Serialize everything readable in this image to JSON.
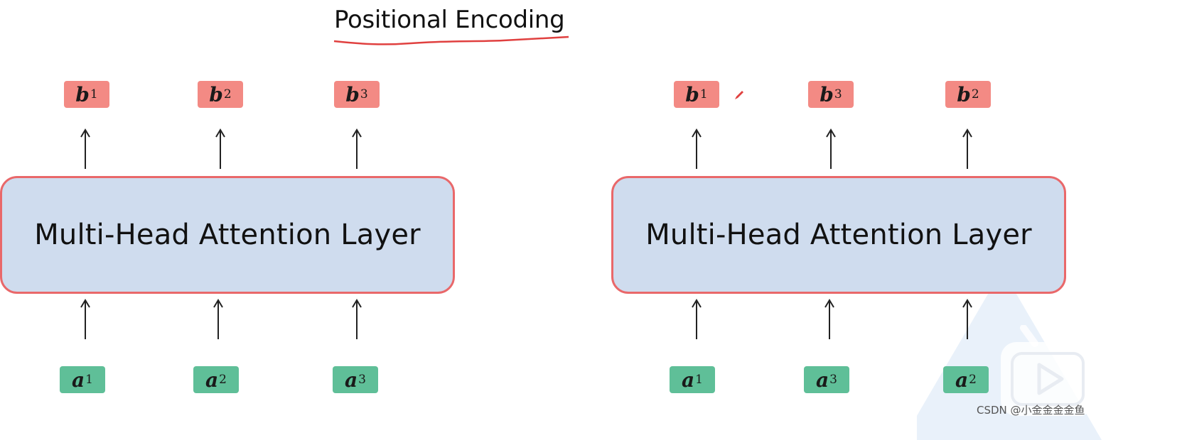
{
  "title": "Positional Encoding",
  "left": {
    "layer_label": "Multi-Head Attention Layer",
    "outputs": [
      {
        "letter": "b",
        "sub": "1"
      },
      {
        "letter": "b",
        "sub": "2"
      },
      {
        "letter": "b",
        "sub": "3"
      }
    ],
    "inputs": [
      {
        "letter": "a",
        "sub": "1"
      },
      {
        "letter": "a",
        "sub": "2"
      },
      {
        "letter": "a",
        "sub": "3"
      }
    ]
  },
  "right": {
    "layer_label": "Multi-Head Attention Layer",
    "outputs": [
      {
        "letter": "b",
        "sub": "1"
      },
      {
        "letter": "b",
        "sub": "3"
      },
      {
        "letter": "b",
        "sub": "2"
      }
    ],
    "inputs": [
      {
        "letter": "a",
        "sub": "1"
      },
      {
        "letter": "a",
        "sub": "3"
      },
      {
        "letter": "a",
        "sub": "2"
      }
    ]
  },
  "watermark": {
    "credit": "CSDN @小金金金金鱼",
    "logo_icon": "play-logo-icon"
  },
  "colors": {
    "output_token": "#f38a84",
    "input_token": "#5fbf98",
    "layer_fill": "#cfdcee",
    "layer_border": "#e9686a",
    "underline": "#e0403f"
  }
}
